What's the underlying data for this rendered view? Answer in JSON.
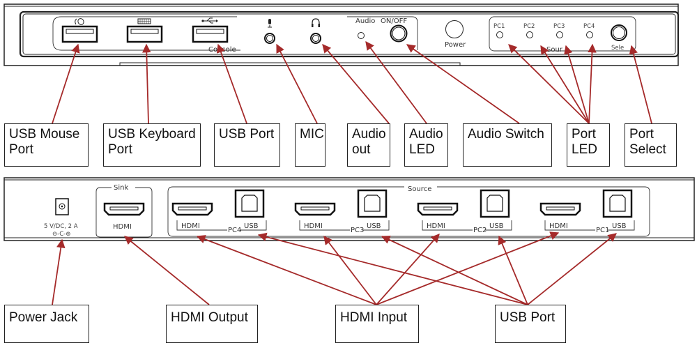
{
  "front_panel": {
    "console_group_label": "Console",
    "mic_icon": "microphone-icon",
    "headphone_icon": "headphones-icon",
    "mouse_icon": "mouse-icon",
    "keyboard_icon": "keyboard-icon",
    "usb_icon": "usb-icon",
    "audio_label_1": "Audio",
    "audio_label_2": "ON/OFF",
    "power_label": "Power",
    "source_group_label": "Sour",
    "select_label": "Sele",
    "pc_leds": [
      "PC1",
      "PC2",
      "PC3",
      "PC4"
    ]
  },
  "front_labels": [
    {
      "line1": "USB Mouse",
      "line2": "Port"
    },
    {
      "line1": "USB Keyboard",
      "line2": "Port"
    },
    {
      "line1": "USB Port",
      "line2": ""
    },
    {
      "line1": "MIC",
      "line2": ""
    },
    {
      "line1": "Audio",
      "line2": "out"
    },
    {
      "line1": "Audio",
      "line2": "LED"
    },
    {
      "line1": "Audio Switch",
      "line2": ""
    },
    {
      "line1": "Port",
      "line2": "LED"
    },
    {
      "line1": "Port",
      "line2": "Select"
    }
  ],
  "rear_panel": {
    "power_rating": "5 V/DC, 2 A",
    "polarity_symbol": "⊖-C-⊕",
    "sink_label": "Sink",
    "sink_port_label": "HDMI",
    "source_label": "Source",
    "source_groups": [
      {
        "pc": "PC4",
        "hdmi": "HDMI",
        "usb": "USB"
      },
      {
        "pc": "PC3",
        "hdmi": "HDMI",
        "usb": "USB"
      },
      {
        "pc": "PC2",
        "hdmi": "HDMI",
        "usb": "USB"
      },
      {
        "pc": "PC1",
        "hdmi": "HDMI",
        "usb": "USB"
      }
    ]
  },
  "rear_labels": [
    {
      "line1": "Power Jack"
    },
    {
      "line1": "HDMI Output"
    },
    {
      "line1": "HDMI Input"
    },
    {
      "line1": "USB Port"
    }
  ],
  "colors": {
    "arrow": "#a52a2a",
    "outline": "#222222"
  }
}
